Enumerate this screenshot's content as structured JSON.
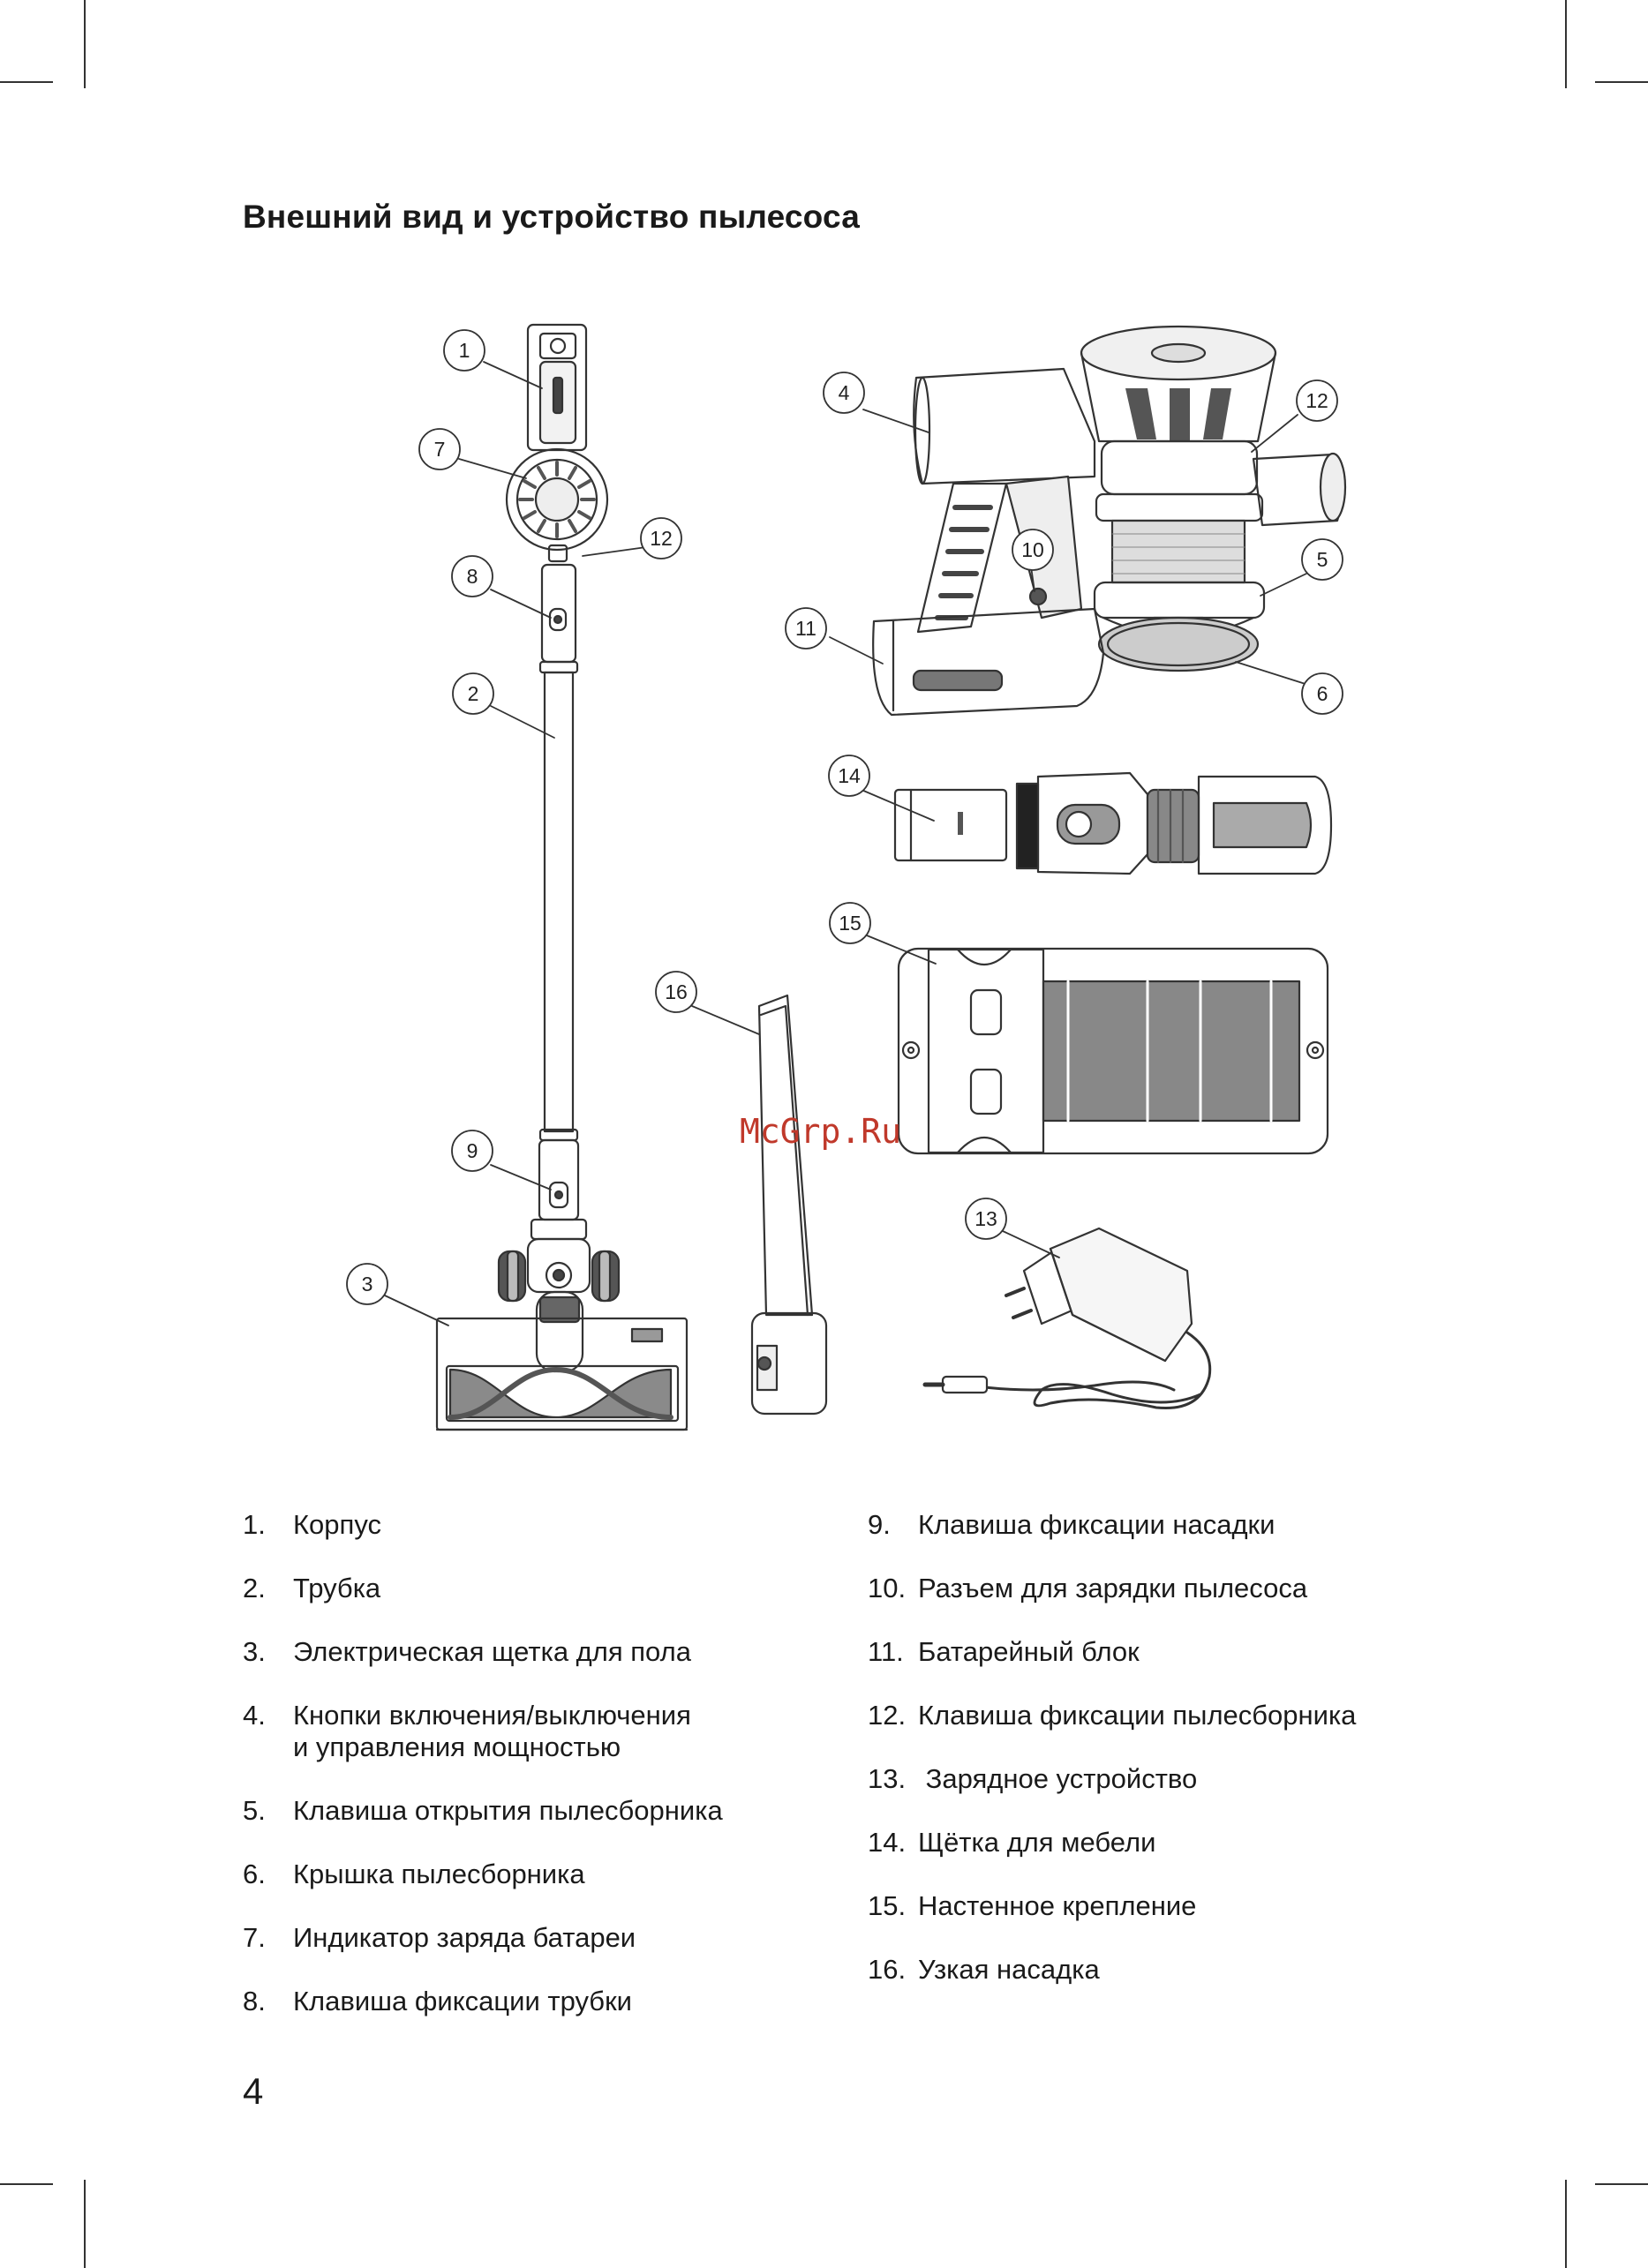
{
  "title": "Внешний вид и устройство пылесоса",
  "watermark": "McGrp.Ru",
  "page_number": "4",
  "diagram": {
    "callouts": [
      "1",
      "2",
      "3",
      "4",
      "5",
      "6",
      "7",
      "8",
      "9",
      "10",
      "11",
      "12",
      "12",
      "13",
      "14",
      "15",
      "16"
    ]
  },
  "legend": {
    "left": [
      {
        "num": "1.",
        "text": "Корпус"
      },
      {
        "num": "2.",
        "text": "Трубка"
      },
      {
        "num": "3.",
        "text": "Электрическая щетка для пола"
      },
      {
        "num": "4.",
        "text": "Кнопки включения/выключения",
        "text2": "и управления мощностью"
      },
      {
        "num": "5.",
        "text": "Клавиша открытия пылесборника"
      },
      {
        "num": "6.",
        "text": "Крышка пылесборника"
      },
      {
        "num": "7.",
        "text": "Индикатор заряда батареи"
      },
      {
        "num": "8.",
        "text": "Клавиша фиксации трубки"
      }
    ],
    "right": [
      {
        "num": "9.",
        "text": "Клавиша фиксации насадки"
      },
      {
        "num": "10.",
        "text": "Разъем для зарядки пылесоса"
      },
      {
        "num": "11.",
        "text": "Батарейный блок"
      },
      {
        "num": "12.",
        "text": "Клавиша фиксации пылесборника"
      },
      {
        "num": "13.",
        "text": " Зарядное устройство"
      },
      {
        "num": "14.",
        "text": "Щётка для мебели"
      },
      {
        "num": "15.",
        "text": "Настенное крепление"
      },
      {
        "num": "16.",
        "text": "Узкая насадка"
      }
    ]
  }
}
